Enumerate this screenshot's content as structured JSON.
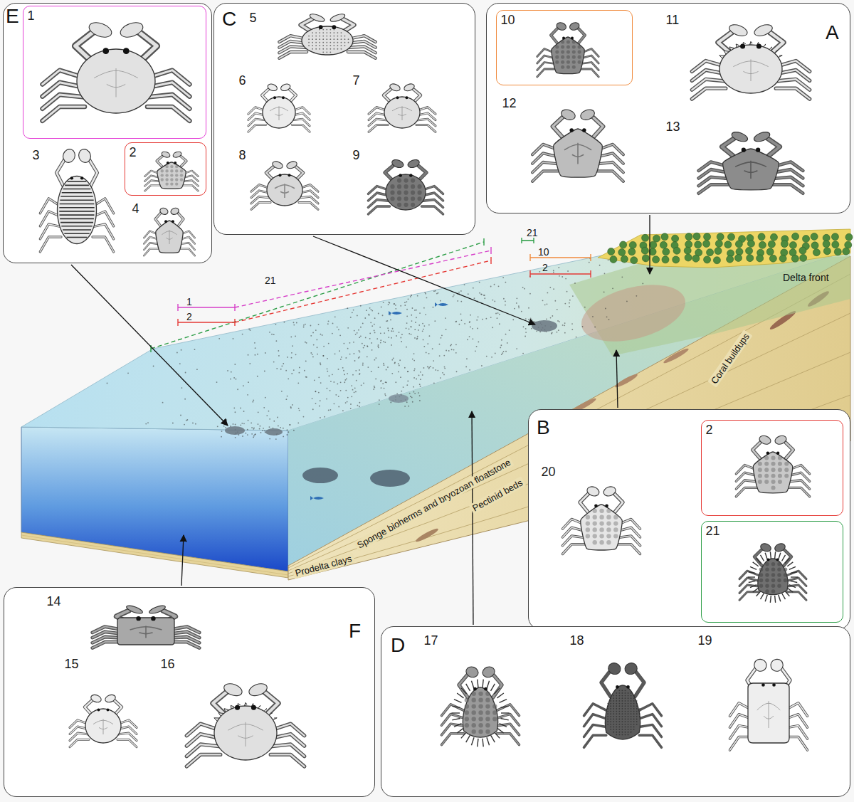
{
  "diagram": {
    "nodes": [
      {
        "text": [
          "E"
        ]
      },
      {
        "text": [
          "1"
        ],
        "in": 0
      },
      {
        "text": [
          "2"
        ],
        "in": 0
      },
      {
        "text": [
          "3"
        ],
        "in": 0
      },
      {
        "text": [
          "4"
        ],
        "in": 0
      },
      {
        "text": [
          "C"
        ]
      },
      {
        "text": [
          "5"
        ],
        "in": 5
      },
      {
        "text": [
          "6"
        ],
        "in": 5
      },
      {
        "text": [
          "7"
        ],
        "in": 5
      },
      {
        "text": [
          "8"
        ],
        "in": 5
      },
      {
        "text": [
          "9"
        ],
        "in": 5
      },
      {
        "text": [
          "A"
        ]
      },
      {
        "text": [
          "10"
        ],
        "in": 11
      },
      {
        "text": [
          "11"
        ],
        "in": 11
      },
      {
        "text": [
          "12"
        ],
        "in": 11
      },
      {
        "text": [
          "13"
        ],
        "in": 11
      },
      {
        "text": [
          "B"
        ]
      },
      {
        "text": [
          "2"
        ],
        "in": 16
      },
      {
        "text": [
          "20"
        ],
        "in": 16
      },
      {
        "text": [
          "21"
        ],
        "in": 16
      },
      {
        "text": [
          "F"
        ]
      },
      {
        "text": [
          "14"
        ],
        "in": 20
      },
      {
        "text": [
          "15"
        ],
        "in": 20
      },
      {
        "text": [
          "16"
        ],
        "in": 20
      },
      {
        "text": [
          "D"
        ]
      },
      {
        "text": [
          "17"
        ],
        "in": 24
      },
      {
        "text": [
          "18"
        ],
        "in": 24
      },
      {
        "text": [
          "19"
        ],
        "in": 24
      }
    ],
    "labels": [
      "21",
      "10",
      "2",
      "21",
      "1",
      "2",
      "Delta front",
      "Coral buildups",
      "Pectinid beds",
      "Sponge bioherms and bryozoan floatstone",
      "Prodelta clays"
    ]
  }
}
